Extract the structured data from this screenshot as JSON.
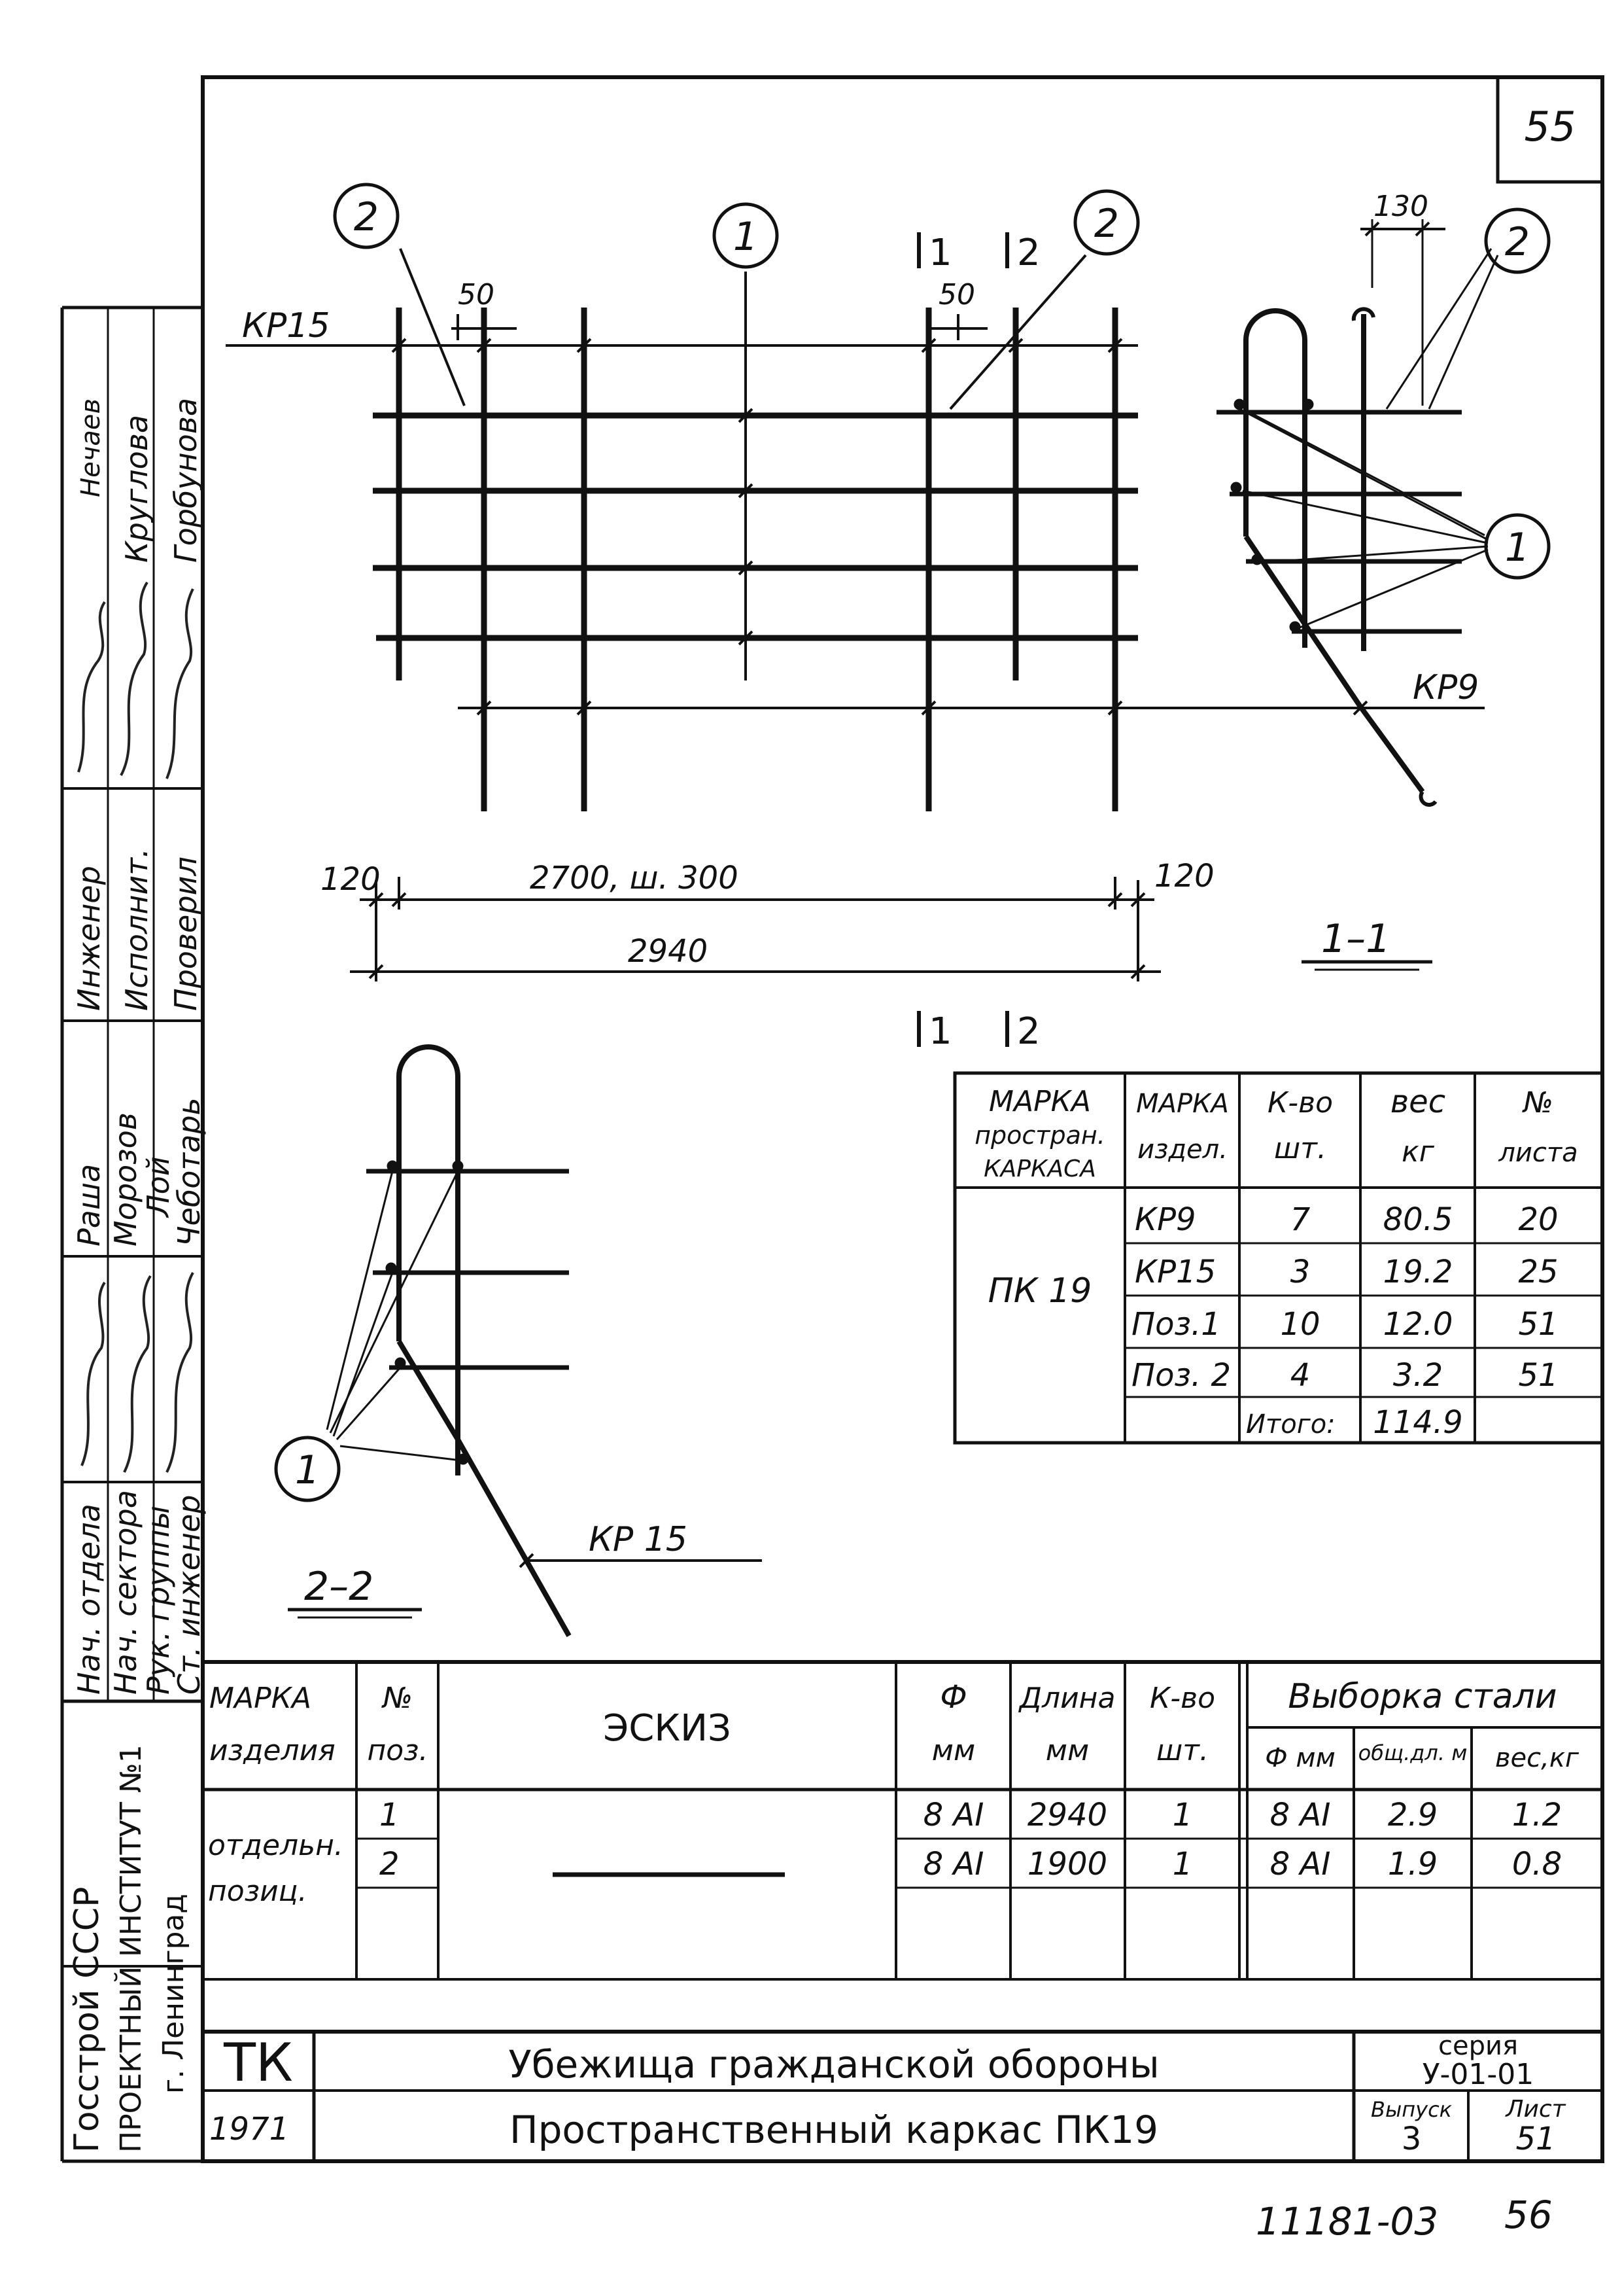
{
  "page_number": "55",
  "stamp_bottom": "11181-03",
  "stamp_bottom_right": "56",
  "plan": {
    "marks": [
      "КР15",
      "КР9"
    ],
    "callouts": [
      "2",
      "1",
      "2"
    ],
    "section_marks": [
      "1",
      "2",
      "1",
      "2"
    ],
    "dims": {
      "d50a": "50",
      "d50b": "50",
      "left": "120",
      "middle": "2700, ш. 300",
      "right": "120",
      "total": "2940"
    }
  },
  "section_1_1": {
    "label": "1–1",
    "dim": "130",
    "callouts": [
      "2",
      "1"
    ],
    "mark": "КР9"
  },
  "section_2_2": {
    "label": "2–2",
    "callout": "1",
    "mark": "КР 15"
  },
  "spec_table": {
    "headers": [
      "Марка простран. каркаса",
      "Марка издел.",
      "К-во шт.",
      "вес кг",
      "№ листа"
    ],
    "header_lines": [
      [
        "МАРКА",
        "простран.",
        "КАРКАСА"
      ],
      [
        "МАРКА",
        "издел."
      ],
      [
        "К-во",
        "шт."
      ],
      [
        "вес",
        "кг"
      ],
      [
        "№",
        "листа"
      ]
    ],
    "frame_mark": "ПК 19",
    "rows": [
      {
        "item": "КР9",
        "qty": "7",
        "weight": "80.5",
        "sheet": "20"
      },
      {
        "item": "КР15",
        "qty": "3",
        "weight": "19.2",
        "sheet": "25"
      },
      {
        "item": "Поз.1",
        "qty": "10",
        "weight": "12.0",
        "sheet": "51"
      },
      {
        "item": "Поз. 2",
        "qty": "4",
        "weight": "3.2",
        "sheet": "51"
      }
    ],
    "total_label": "Итого:",
    "total_value": "114.9"
  },
  "bottom_table": {
    "h_marka": [
      "МАРКА",
      "изделия"
    ],
    "h_pos": [
      "№",
      "поз."
    ],
    "h_sketch": "ЭСКИЗ",
    "h_dia": [
      "Ф",
      "мм"
    ],
    "h_length": [
      "Длина",
      "мм"
    ],
    "h_qty": [
      "К-во",
      "шт."
    ],
    "h_steel": "Выборка стали",
    "h_steel_sub": [
      "Ф мм",
      "общ.дл. м",
      "вес,кг"
    ],
    "group_label": [
      "отдельн.",
      "позиц."
    ],
    "rows": [
      {
        "pos": "1",
        "dia": "8 АI",
        "length": "2940",
        "qty": "1",
        "s_dia": "8 АI",
        "s_len": "2.9",
        "s_weight": "1.2"
      },
      {
        "pos": "2",
        "dia": "8 АI",
        "length": "1900",
        "qty": "1",
        "s_dia": "8 АI",
        "s_len": "1.9",
        "s_weight": "0.8"
      }
    ]
  },
  "title_block": {
    "code": "ТК",
    "year": "1971",
    "title_1": "Убежища гражданской обороны",
    "title_2": "Пространственный каркас ПК19",
    "series_label": "серия",
    "series_value": "У-01-01",
    "issue_label": "Выпуск",
    "issue_value": "3",
    "sheet_label": "Лист",
    "sheet_value": "51"
  },
  "side_block": {
    "org_lines": [
      "Госстрой СССР",
      "ПРОЕКТНЫЙ ИНСТИТУТ №1",
      "г. Ленинград"
    ],
    "roles_lower": [
      "Нач. отдела",
      "Нач. сектора",
      "Рук. группы",
      "Ст. инженер"
    ],
    "names_lower": [
      "Раша",
      "Морозов",
      "Лой",
      "Чеботарь"
    ],
    "roles_upper": [
      "Инженер",
      "Исполнит.",
      "Проверил"
    ],
    "names_upper": [
      "Нечаев",
      "Круглова",
      "Горбунова"
    ]
  }
}
